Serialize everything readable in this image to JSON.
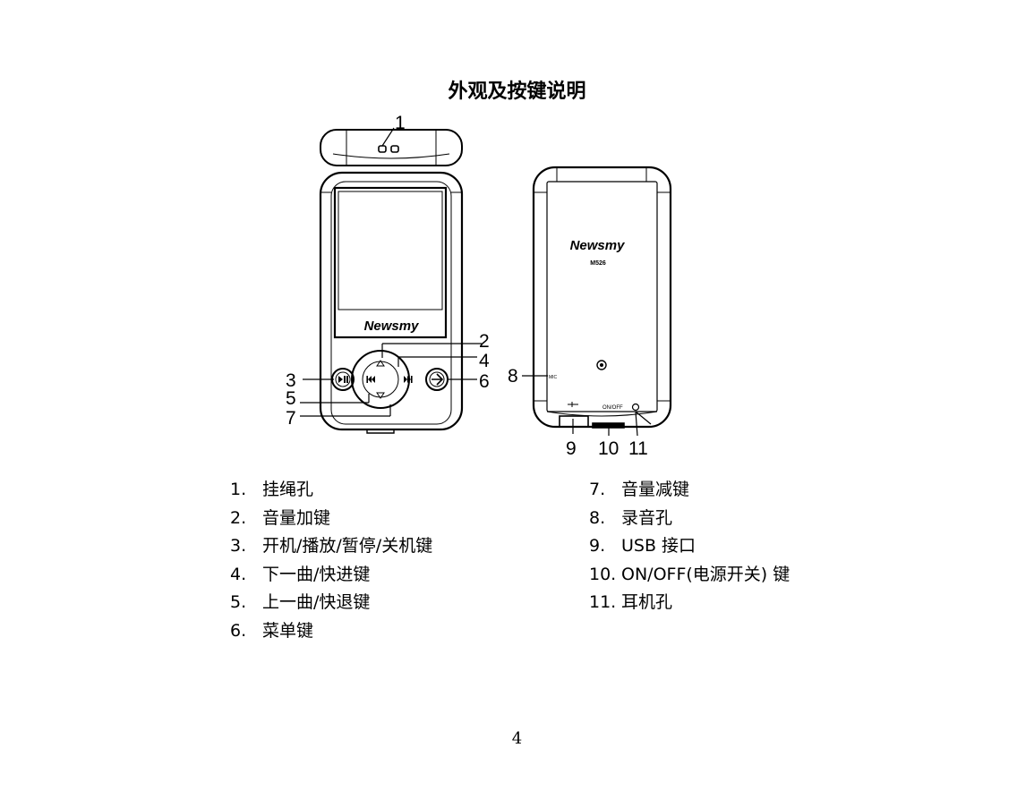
{
  "title": "外观及按键说明",
  "figure": {
    "brand_front": "Newsmy",
    "brand_back": "Newsmy",
    "model": "M526",
    "mic_label": "MIC",
    "on_off_label": "ON/OFF",
    "callouts": [
      "1",
      "2",
      "3",
      "4",
      "5",
      "6",
      "7",
      "8",
      "9",
      "10",
      "11"
    ]
  },
  "legend_left": [
    {
      "num": "1.",
      "text": "挂绳孔"
    },
    {
      "num": "2.",
      "text": "音量加键"
    },
    {
      "num": "3.",
      "text": "开机/播放/暂停/关机键"
    },
    {
      "num": "4.",
      "text": "下一曲/快进键"
    },
    {
      "num": "5.",
      "text": "上一曲/快退键"
    },
    {
      "num": "6.",
      "text": "菜单键"
    }
  ],
  "legend_right": [
    {
      "num": "7.",
      "text": "音量减键"
    },
    {
      "num": "8.",
      "text": "录音孔"
    },
    {
      "num": "9.",
      "text": "USB 接口"
    },
    {
      "num": "10.",
      "text": "ON/OFF(电源开关) 键"
    },
    {
      "num": "11.",
      "text": "耳机孔"
    }
  ],
  "page_number": "4"
}
